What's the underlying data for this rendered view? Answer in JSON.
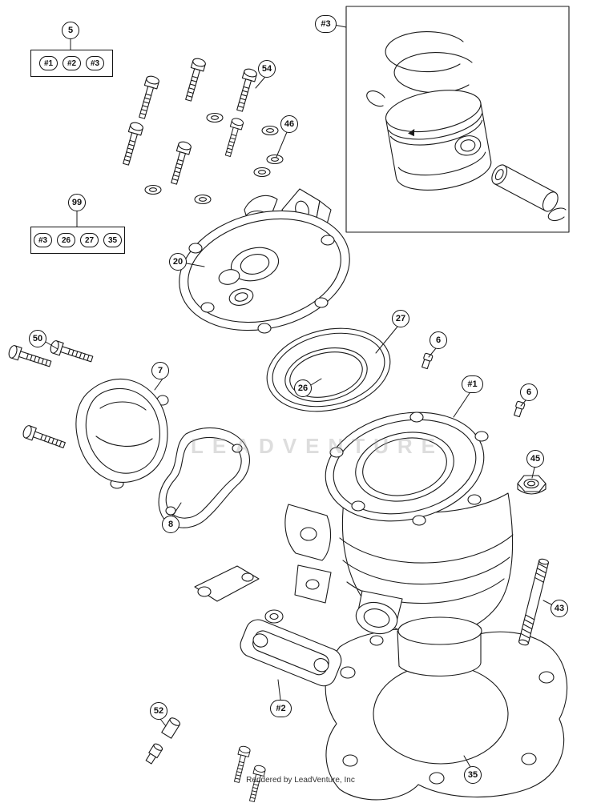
{
  "colors": {
    "line": "#1a1a1a",
    "background": "#ffffff",
    "watermark_gray": "#a5a5a5",
    "callout_border": "#111111"
  },
  "watermark": {
    "text": "LEADVENTURE"
  },
  "footer": {
    "text": "Rendered by LeadVenture, Inc"
  },
  "legend_groups": [
    {
      "label": "5",
      "items": [
        {
          "label": "#1"
        },
        {
          "label": "#2"
        },
        {
          "label": "#3"
        }
      ]
    },
    {
      "label": "99",
      "items": [
        {
          "label": "#3"
        },
        {
          "label": "26"
        },
        {
          "label": "27"
        },
        {
          "label": "35"
        }
      ]
    }
  ],
  "callouts": [
    {
      "label": "#3"
    },
    {
      "label": "54"
    },
    {
      "label": "46"
    },
    {
      "label": "20"
    },
    {
      "label": "27"
    },
    {
      "label": "6"
    },
    {
      "label": "#1"
    },
    {
      "label": "6"
    },
    {
      "label": "50"
    },
    {
      "label": "7"
    },
    {
      "label": "26"
    },
    {
      "label": "45"
    },
    {
      "label": "8"
    },
    {
      "label": "43"
    },
    {
      "label": "#2"
    },
    {
      "label": "52"
    },
    {
      "label": "35"
    }
  ]
}
